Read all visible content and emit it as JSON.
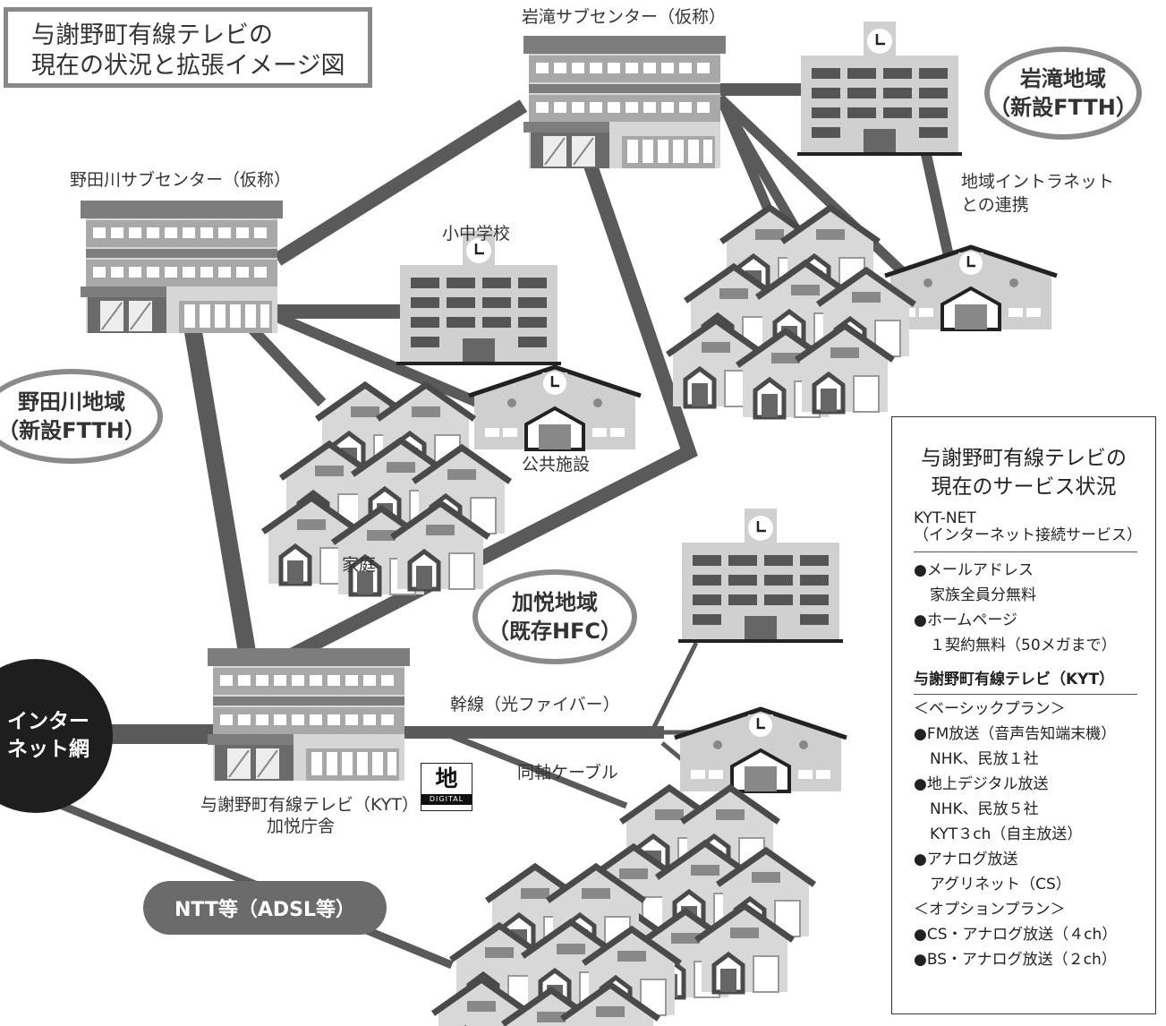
{
  "title": {
    "line1": "与謝野町有線テレビの",
    "line2": "現在の状況と拡張イメージ図"
  },
  "labels": {
    "iwataki_center": "岩滝サブセンター（仮称）",
    "nodagawa_center": "野田川サブセンター（仮称）",
    "school": "小中学校",
    "public_facility": "公共施設",
    "homes": "家庭",
    "intranet_line1": "地域イントラネット",
    "intranet_line2": "との連携",
    "trunk": "幹線（光ファイバー）",
    "coax": "同軸ケーブル",
    "kyt_line1": "与謝野町有線テレビ（KYT）",
    "kyt_line2": "加悦庁舎"
  },
  "regions": {
    "iwataki": {
      "line1": "岩滝地域",
      "line2": "（新設FTTH）"
    },
    "nodagawa": {
      "line1": "野田川地域",
      "line2": "（新設FTTH）"
    },
    "kaya": {
      "line1": "加悦地域",
      "line2": "（既存HFC）"
    }
  },
  "internet": {
    "line1": "インター",
    "line2": "ネット網"
  },
  "ntt": "NTT等（ADSL等）",
  "digital_logo": {
    "kanji": "地",
    "text": "DIGITAL"
  },
  "services": {
    "title1": "与謝野町有線テレビの",
    "title2": "現在のサービス状況",
    "net_name": "KYT-NET",
    "net_desc": "（インターネット接続サービス）",
    "mail": "●メールアドレス",
    "mail_detail": "家族全員分無料",
    "homepage": "●ホームページ",
    "homepage_detail": "１契約無料（50メガまで）",
    "kyt_heading": "与謝野町有線テレビ（KYT）",
    "basic_plan": "＜ベーシックプラン＞",
    "fm": "●FM放送（音声告知端末機）",
    "fm_detail": "NHK、民放１社",
    "dtv": "●地上デジタル放送",
    "dtv_detail1": "NHK、民放５社",
    "dtv_detail2": "KYT３ch（自主放送）",
    "analog": "●アナログ放送",
    "analog_detail": "アグリネット（CS）",
    "option_plan": "＜オプションプラン＞",
    "cs": "●CS・アナログ放送（４ch）",
    "bs": "●BS・アナログ放送（２ch）"
  },
  "colors": {
    "line": "#5a5a5a",
    "building": "#9a9a9a",
    "roof": "#555555",
    "dark": "#1e1e1e"
  }
}
